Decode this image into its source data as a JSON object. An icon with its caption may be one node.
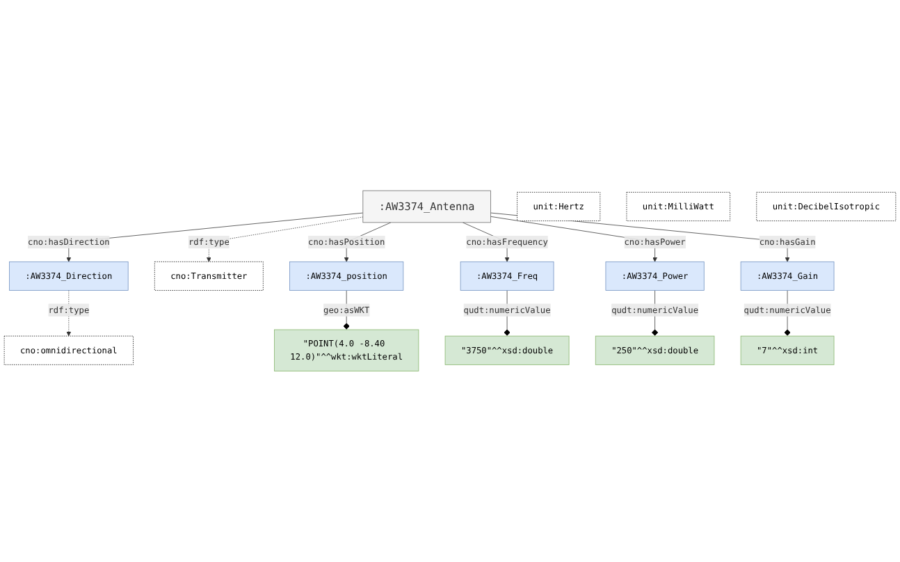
{
  "diagram": {
    "nodes": [
      {
        "text": [
          "cno:omnidirectional"
        ]
      },
      {
        "text": [
          "\"POINT(4.0 -8.40 12.0)\"^^wkt:wktLiteral"
        ]
      },
      {
        "text": [
          ":AW3374_Direction"
        ]
      },
      {
        "text": [
          "cno:Transmitter"
        ]
      },
      {
        "text": [
          ":AW3374_position"
        ]
      },
      {
        "text": [
          ":AW3374_Antenna"
        ]
      },
      {
        "text": [
          ":AW3374_Freq"
        ]
      },
      {
        "text": [
          ":AW3374_Power"
        ]
      },
      {
        "text": [
          ":AW3374_Gain"
        ]
      },
      {
        "text": [
          "unit:Hertz"
        ]
      },
      {
        "text": [
          "unit:MilliWatt"
        ]
      },
      {
        "text": [
          "unit:DecibelIsotropic"
        ]
      },
      {
        "text": [
          "\"3750\"^^xsd:double"
        ]
      },
      {
        "text": [
          "\"250\"^^xsd:double"
        ]
      },
      {
        "text": [
          "\"7\"^^xsd:int"
        ]
      }
    ],
    "edges": [
      {
        "from": 2,
        "to": 0,
        "arrow": "to",
        "label": "rdf:type",
        "style": "dashed"
      },
      {
        "from": 4,
        "to": 1,
        "arrow": "other",
        "label": "geo:asWKT"
      },
      {
        "from": 5,
        "to": 2,
        "arrow": "to",
        "label": "cno:hasDirection"
      },
      {
        "from": 5,
        "to": 3,
        "arrow": "to",
        "label": "rdf:type",
        "style": "dashed"
      },
      {
        "from": 5,
        "to": 4,
        "arrow": "to",
        "label": "cno:hasPosition"
      },
      {
        "from": 5,
        "to": 6,
        "arrow": "to",
        "label": "cno:hasFrequency"
      },
      {
        "from": 5,
        "to": 7,
        "arrow": "to",
        "label": "cno:hasPower"
      },
      {
        "from": 5,
        "to": 8,
        "arrow": "to",
        "label": "cno:hasGain"
      },
      {
        "from": 6,
        "to": 12,
        "arrow": "other",
        "label": "qudt:numericValue"
      },
      {
        "from": 7,
        "to": 13,
        "arrow": "other",
        "label": "qudt:numericValue"
      },
      {
        "from": 8,
        "to": 14,
        "arrow": "other",
        "label": "qudt:numericValue"
      }
    ]
  }
}
